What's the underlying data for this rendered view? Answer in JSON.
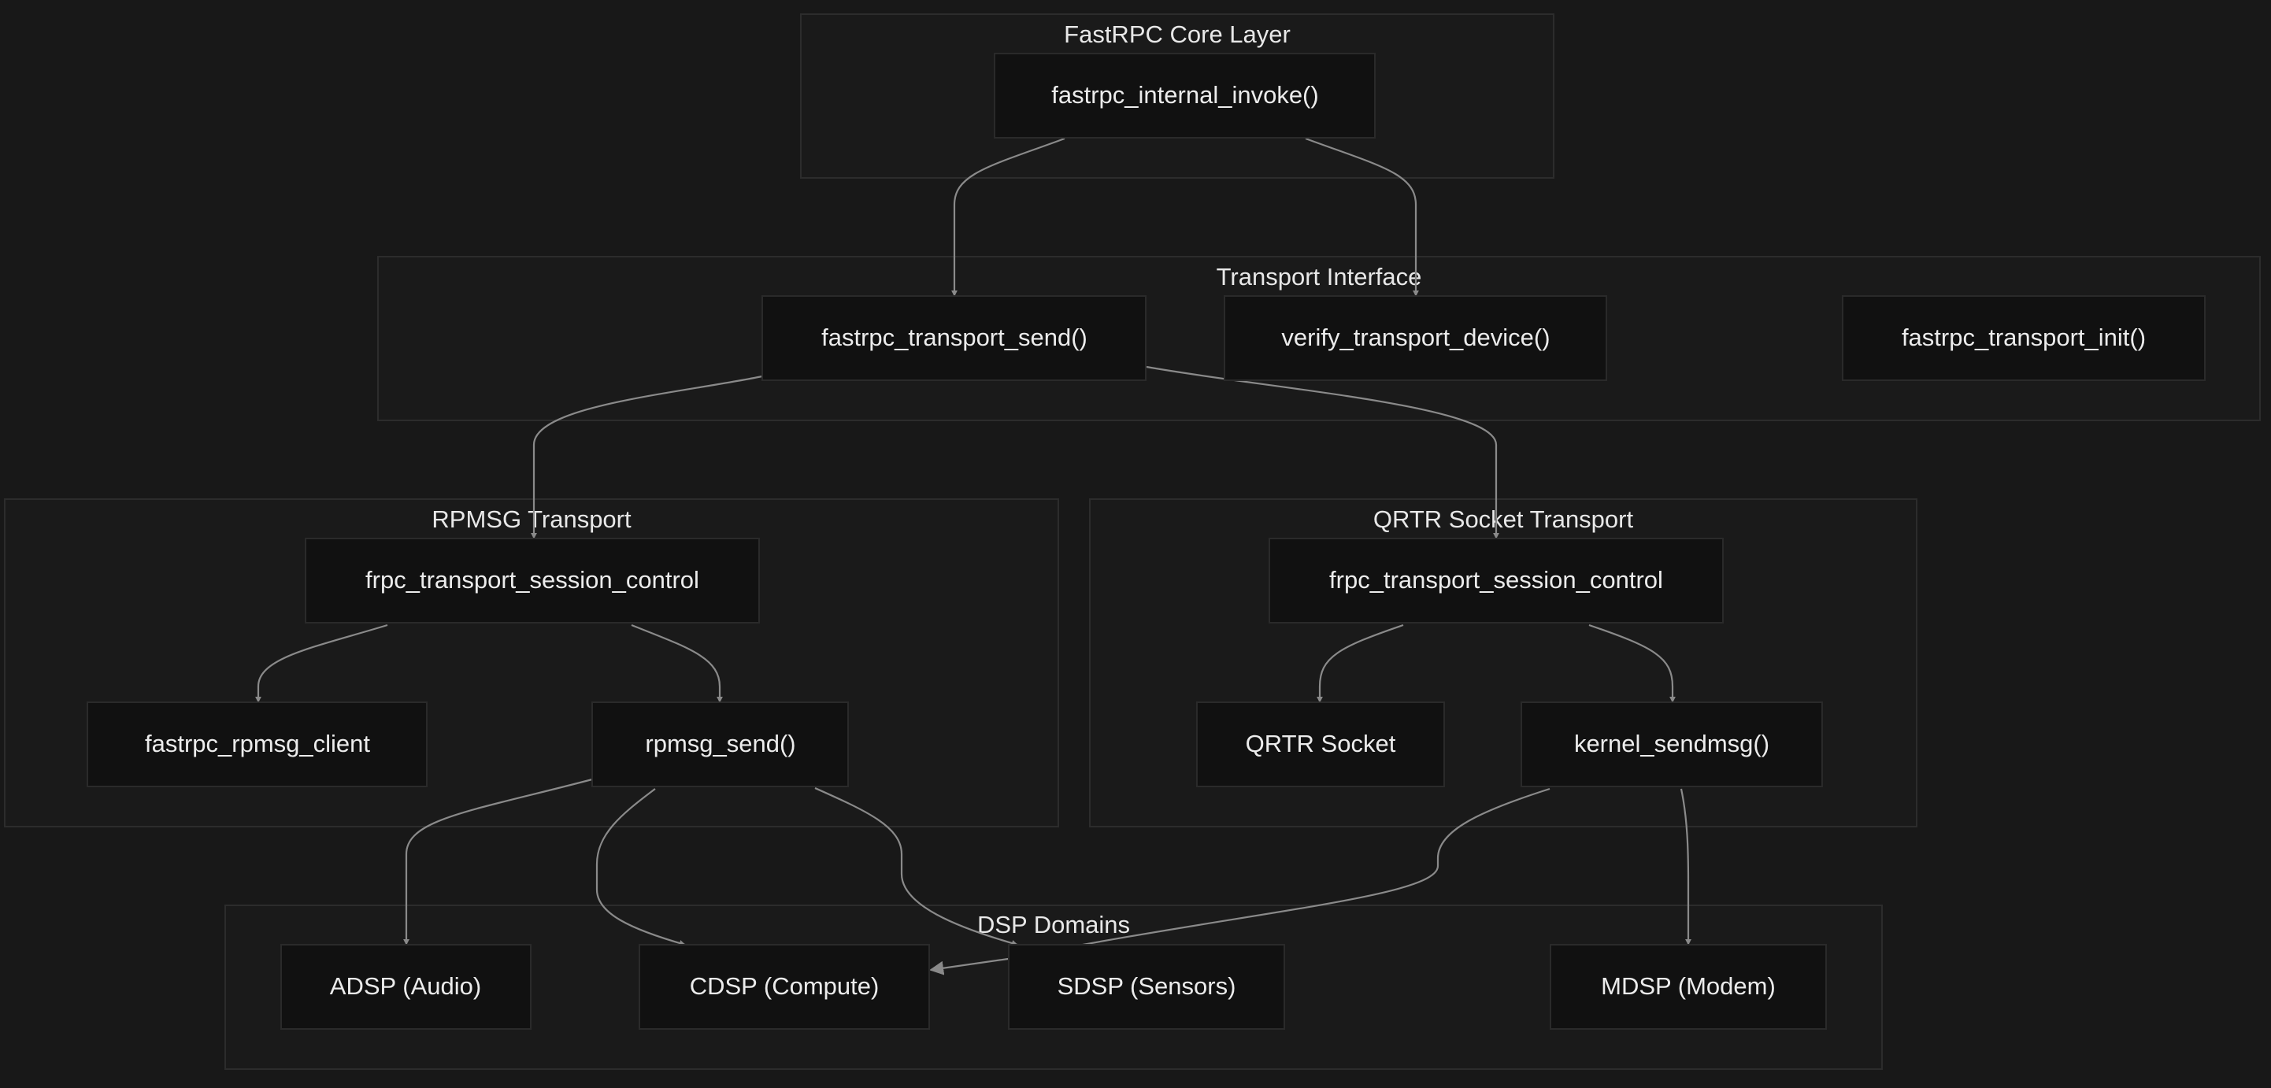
{
  "clusters": {
    "core": {
      "label": "FastRPC Core Layer"
    },
    "transport_interface": {
      "label": "Transport Interface"
    },
    "rpmsg": {
      "label": "RPMSG Transport"
    },
    "qrtr": {
      "label": "QRTR Socket Transport"
    },
    "dsp": {
      "label": "DSP Domains"
    }
  },
  "nodes": {
    "internal_invoke": "fastrpc_internal_invoke()",
    "transport_send": "fastrpc_transport_send()",
    "verify_transport_device": "verify_transport_device()",
    "transport_init": "fastrpc_transport_init()",
    "rpmsg_session_control": "frpc_transport_session_control",
    "rpmsg_client": "fastrpc_rpmsg_client",
    "rpmsg_send": "rpmsg_send()",
    "qrtr_session_control": "frpc_transport_session_control",
    "qrtr_socket": "QRTR Socket",
    "kernel_sendmsg": "kernel_sendmsg()",
    "adsp": "ADSP (Audio)",
    "cdsp": "CDSP (Compute)",
    "sdsp": "SDSP (Sensors)",
    "mdsp": "MDSP (Modem)"
  },
  "edges": [
    {
      "from": "internal_invoke",
      "to": "transport_send"
    },
    {
      "from": "internal_invoke",
      "to": "verify_transport_device"
    },
    {
      "from": "transport_send",
      "to": "rpmsg_session_control"
    },
    {
      "from": "transport_send",
      "to": "qrtr_session_control"
    },
    {
      "from": "rpmsg_session_control",
      "to": "rpmsg_client"
    },
    {
      "from": "rpmsg_session_control",
      "to": "rpmsg_send"
    },
    {
      "from": "qrtr_session_control",
      "to": "qrtr_socket"
    },
    {
      "from": "qrtr_session_control",
      "to": "kernel_sendmsg"
    },
    {
      "from": "rpmsg_send",
      "to": "adsp"
    },
    {
      "from": "rpmsg_send",
      "to": "cdsp"
    },
    {
      "from": "rpmsg_send",
      "to": "sdsp"
    },
    {
      "from": "kernel_sendmsg",
      "to": "cdsp"
    },
    {
      "from": "kernel_sendmsg",
      "to": "mdsp"
    }
  ],
  "colors": {
    "background": "#181818",
    "cluster_fill": "#1a1a1a",
    "node_fill": "#111111",
    "edge": "#8a8a8a",
    "text": "#ececec"
  }
}
